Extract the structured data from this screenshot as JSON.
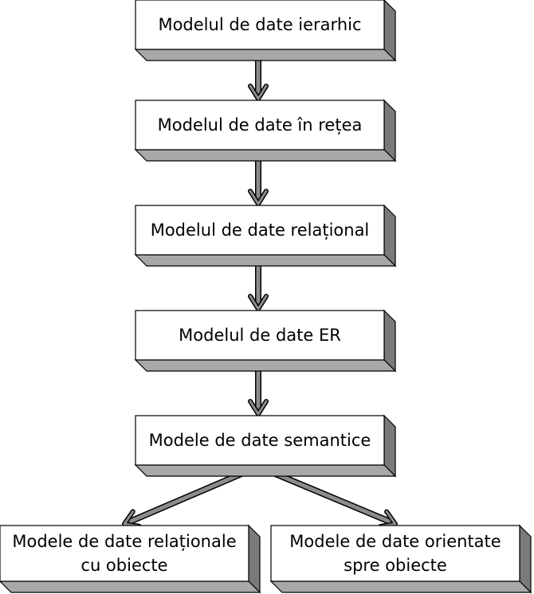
{
  "diagram": {
    "nodes": [
      {
        "id": "hierarchical",
        "lines": [
          "Modelul de date ierarhic"
        ]
      },
      {
        "id": "network",
        "lines": [
          "Modelul de date în rețea"
        ]
      },
      {
        "id": "relational",
        "lines": [
          "Modelul de date relațional"
        ]
      },
      {
        "id": "er",
        "lines": [
          "Modelul de date ER"
        ]
      },
      {
        "id": "semantic",
        "lines": [
          "Modele de date semantice"
        ]
      },
      {
        "id": "object-relational",
        "lines": [
          "Modele de date relaționale",
          "cu obiecte"
        ]
      },
      {
        "id": "object-oriented",
        "lines": [
          "Modele de date orientate",
          "spre obiecte"
        ]
      }
    ],
    "edges": [
      {
        "from": "hierarchical",
        "to": "network"
      },
      {
        "from": "network",
        "to": "relational"
      },
      {
        "from": "relational",
        "to": "er"
      },
      {
        "from": "er",
        "to": "semantic"
      },
      {
        "from": "semantic",
        "to": "object-relational"
      },
      {
        "from": "semantic",
        "to": "object-oriented"
      }
    ],
    "colors": {
      "box_front": "#ffffff",
      "box_side": "#7a7a7a",
      "box_bottom": "#a8a8a8",
      "arrow": "#8c8c8c",
      "outline": "#000000"
    }
  }
}
